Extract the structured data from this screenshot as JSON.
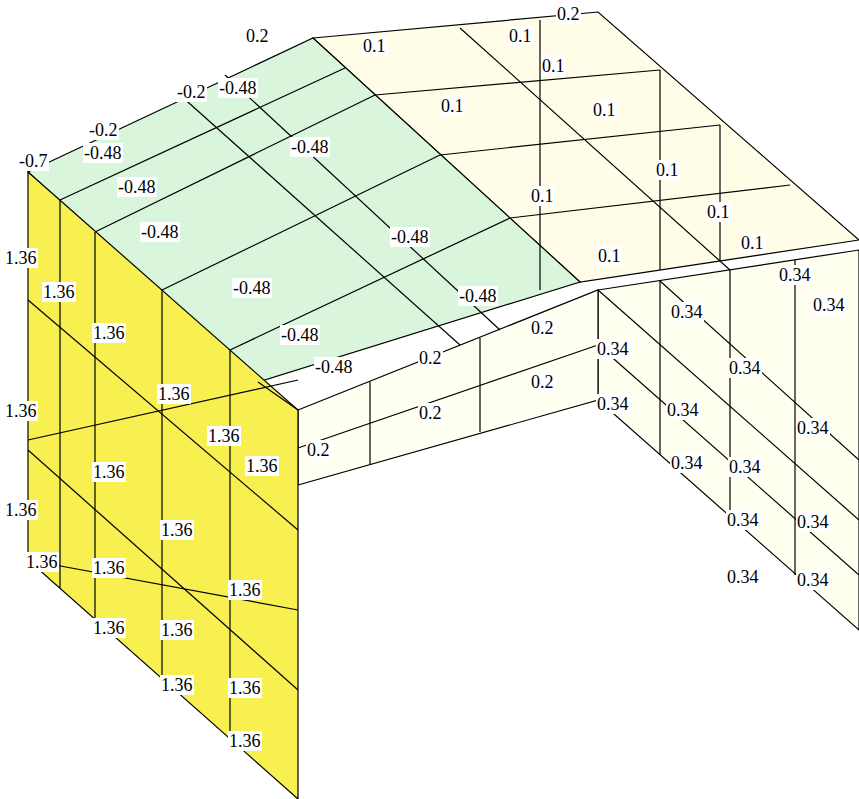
{
  "diagram": {
    "labels": [
      "0.2",
      "0.1",
      "0.1",
      "0.1",
      "0.1",
      "0.1",
      "0.1",
      "0.1",
      "0.1",
      "0.1",
      "0.1",
      "-0.7",
      "-0.2",
      "-0.2",
      "0.2",
      "-0.48",
      "-0.48",
      "-0.48",
      "-0.48",
      "-0.48",
      "-0.48",
      "-0.48",
      "-0.48",
      "-0.48",
      "-0.48",
      "0.2",
      "0.2",
      "0.2",
      "0.2",
      "0.2",
      "1.36",
      "1.36",
      "1.36",
      "1.36",
      "1.36",
      "1.36",
      "1.36",
      "1.36",
      "1.36",
      "1.36",
      "1.36",
      "1.36",
      "1.36",
      "1.36",
      "1.36",
      "1.36",
      "1.36",
      "1.36",
      "0.34",
      "0.34",
      "0.34",
      "0.34",
      "0.34",
      "0.34",
      "0.34",
      "0.34",
      "0.34",
      "0.34",
      "0.34",
      "0.34",
      "0.34",
      "0.34"
    ]
  }
}
